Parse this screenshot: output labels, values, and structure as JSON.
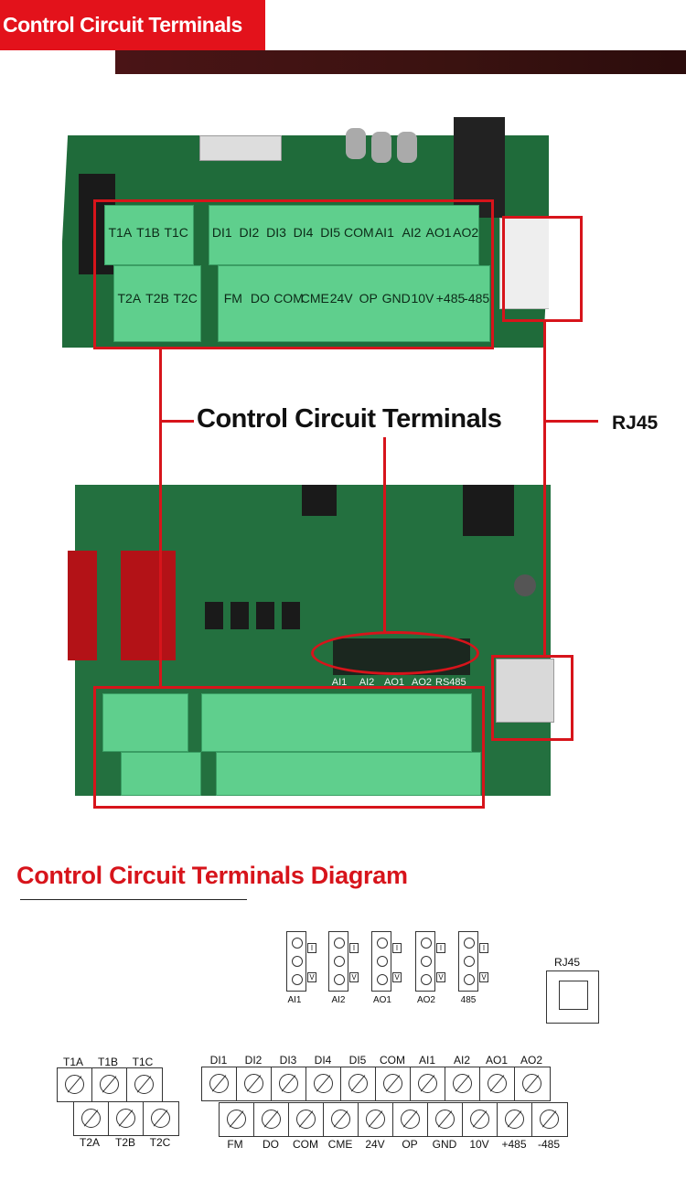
{
  "header": {
    "title": "Control Circuit Terminals"
  },
  "photo_top": {
    "upper_row_left": [
      "T1A",
      "T1B",
      "T1C"
    ],
    "upper_row_right": [
      "DI1",
      "DI2",
      "DI3",
      "DI4",
      "DI5",
      "COM",
      "AI1",
      "AI2",
      "AO1",
      "AO2"
    ],
    "lower_row_left": [
      "T2A",
      "T2B",
      "T2C"
    ],
    "lower_row_right": [
      "FM",
      "DO",
      "COM",
      "CME",
      "24V",
      "OP",
      "GND",
      "10V",
      "+485",
      "-485"
    ]
  },
  "photo_bottom": {
    "jumper_labels": [
      "AI1",
      "AI2",
      "AO1",
      "AO2",
      "RS485"
    ]
  },
  "callouts": {
    "control_terminals": "Control Circuit Terminals",
    "rj45": "RJ45"
  },
  "diagram": {
    "title": "Control Circuit Terminals Diagram",
    "jumpers": [
      {
        "label": "AI1",
        "top_tag": "I",
        "bottom_tag": "V"
      },
      {
        "label": "AI2",
        "top_tag": "I",
        "bottom_tag": "V"
      },
      {
        "label": "AO1",
        "top_tag": "I",
        "bottom_tag": "V"
      },
      {
        "label": "AO2",
        "top_tag": "I",
        "bottom_tag": "V"
      },
      {
        "label": "485",
        "top_tag": "I",
        "bottom_tag": "V"
      }
    ],
    "rj45_label": "RJ45",
    "relay_top": [
      "T1A",
      "T1B",
      "T1C"
    ],
    "relay_bottom": [
      "T2A",
      "T2B",
      "T2C"
    ],
    "io_top": [
      "DI1",
      "DI2",
      "DI3",
      "DI4",
      "DI5",
      "COM",
      "AI1",
      "AI2",
      "AO1",
      "AO2"
    ],
    "io_bottom": [
      "FM",
      "DO",
      "COM",
      "CME",
      "24V",
      "OP",
      "GND",
      "10V",
      "+485",
      "-485"
    ]
  },
  "colors": {
    "accent_red": "#e3121b",
    "pcb_green": "#1f6b3a",
    "terminal_green": "#5fcf8d"
  }
}
